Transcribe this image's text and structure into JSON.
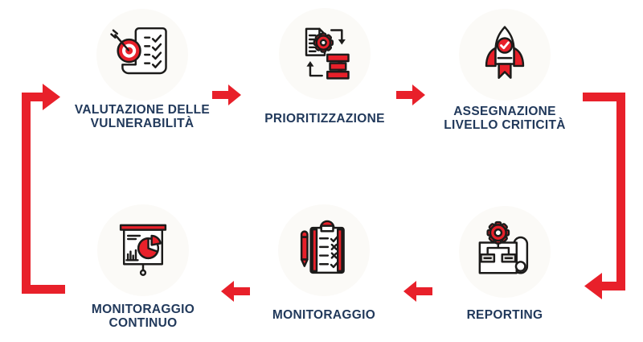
{
  "palette": {
    "red": "#e8202a",
    "navy": "#21395b",
    "ink": "#1c1b1a",
    "circle-bg": "#fbfaf7",
    "page-bg": "#ffffff"
  },
  "steps": [
    {
      "label": "VALUTAZIONE DELLE\nVULNERABILITÀ",
      "icon": "target-checklist-icon"
    },
    {
      "label": "PRIORITIZZAZIONE",
      "icon": "document-gear-priority-icon"
    },
    {
      "label": "ASSEGNAZIONE\nLIVELLO CRITICITÀ",
      "icon": "rocket-icon"
    },
    {
      "label": "REPORTING",
      "icon": "blueprint-gear-icon"
    },
    {
      "label": "MONITORAGGIO",
      "icon": "clipboard-checklist-icon"
    },
    {
      "label": "MONITORAGGIO\nCONTINUO",
      "icon": "presentation-pie-chart-icon"
    }
  ],
  "flow": {
    "type": "closed-loop",
    "arrow_color": "#e8202a",
    "arrows": [
      {
        "from": "VALUTAZIONE DELLE VULNERABILITÀ",
        "to": "PRIORITIZZAZIONE",
        "direction": "right"
      },
      {
        "from": "PRIORITIZZAZIONE",
        "to": "ASSEGNAZIONE LIVELLO CRITICITÀ",
        "direction": "right"
      },
      {
        "from": "ASSEGNAZIONE LIVELLO CRITICITÀ",
        "to": "REPORTING",
        "direction": "down-then-left"
      },
      {
        "from": "REPORTING",
        "to": "MONITORAGGIO",
        "direction": "left"
      },
      {
        "from": "MONITORAGGIO",
        "to": "MONITORAGGIO CONTINUO",
        "direction": "left"
      },
      {
        "from": "MONITORAGGIO CONTINUO",
        "to": "VALUTAZIONE DELLE VULNERABILITÀ",
        "direction": "up-then-right"
      }
    ]
  }
}
